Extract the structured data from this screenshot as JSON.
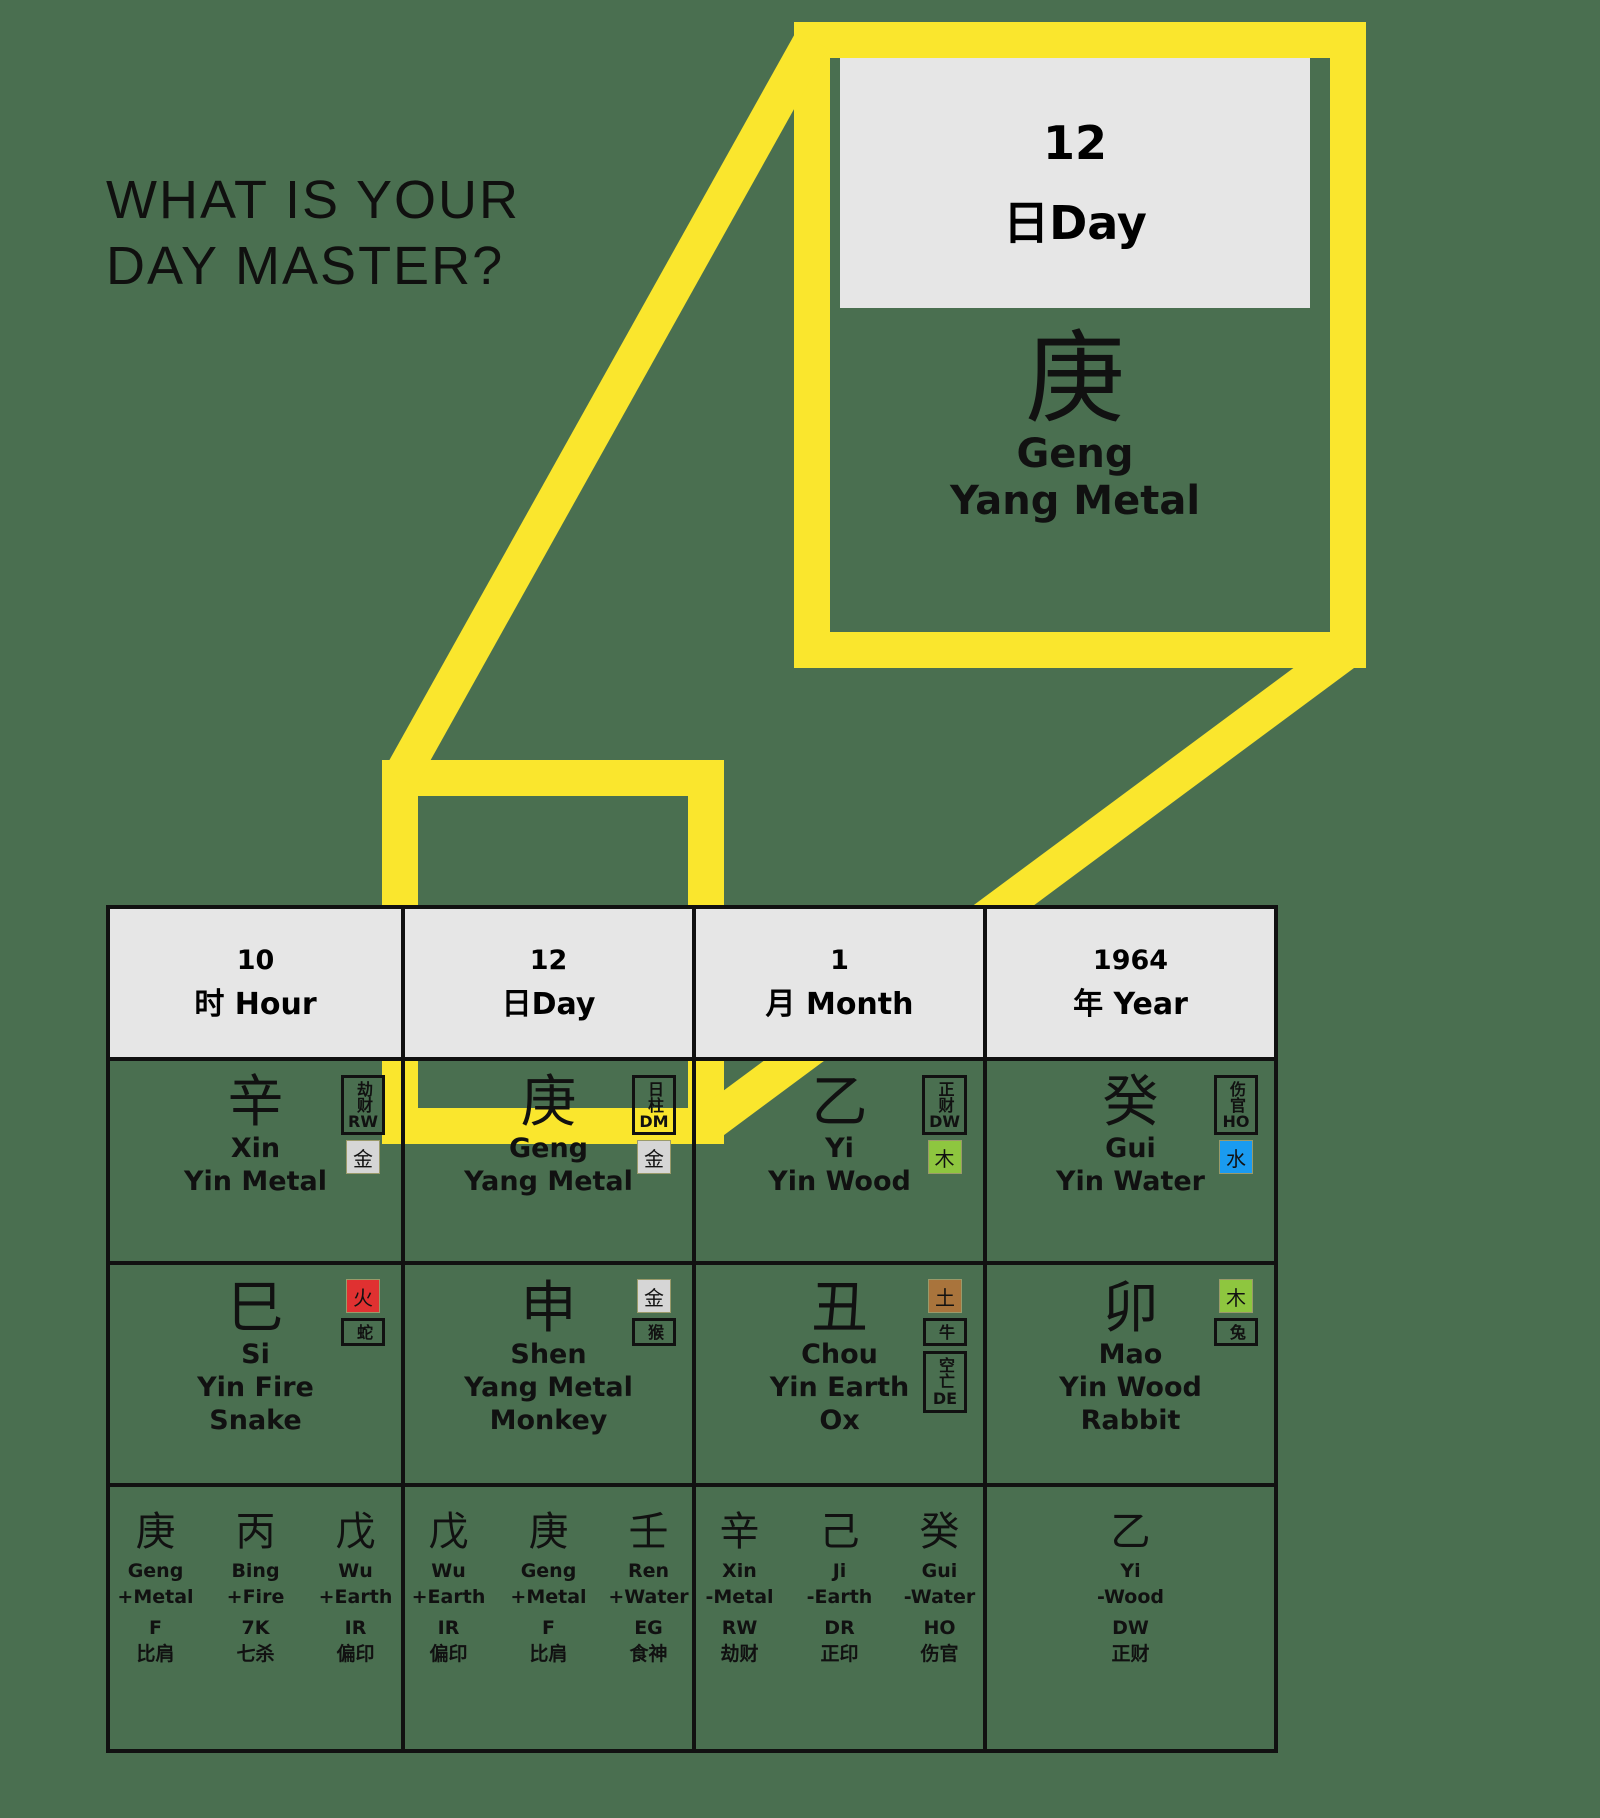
{
  "title": {
    "line1": "WHAT IS YOUR",
    "line2": "DAY MASTER?"
  },
  "colors": {
    "background": "#4a6f50",
    "highlight": "#FAE62D",
    "header_cell": "#e6e6e6",
    "ink": "#111111",
    "element_metal": "#d6d6d6",
    "element_wood": "#8ec63f",
    "element_water": "#1a9bf0",
    "element_fire": "#e03131",
    "element_earth": "#a9743c"
  },
  "callout": {
    "number": "12",
    "label": "日Day",
    "han": "庚",
    "pinyin": "Geng",
    "element": "Yang Metal"
  },
  "chart": {
    "columns": [
      {
        "key": "hour",
        "header_number": "10",
        "header_label": "时 Hour",
        "highlighted": false,
        "stem": {
          "han": "辛",
          "pinyin": "Xin",
          "element": "Yin Metal",
          "god_cn": "劫财",
          "god_en": "RW",
          "element_char": "金",
          "element_color": "#d6d6d6"
        },
        "branch": {
          "han": "巳",
          "pinyin": "Si",
          "element": "Yin Fire",
          "animal": "Snake",
          "element_char": "火",
          "element_color": "#e03131",
          "animal_char": "蛇",
          "extra_cn": "",
          "extra_en": ""
        },
        "hidden_stems": [
          {
            "han": "庚",
            "pinyin": "Geng",
            "element": "+Metal",
            "abbr": "F",
            "cn": "比肩"
          },
          {
            "han": "丙",
            "pinyin": "Bing",
            "element": "+Fire",
            "abbr": "7K",
            "cn": "七杀"
          },
          {
            "han": "戊",
            "pinyin": "Wu",
            "element": "+Earth",
            "abbr": "IR",
            "cn": "偏印"
          }
        ]
      },
      {
        "key": "day",
        "header_number": "12",
        "header_label": "日Day",
        "highlighted": true,
        "stem": {
          "han": "庚",
          "pinyin": "Geng",
          "element": "Yang Metal",
          "god_cn": "日柱",
          "god_en": "DM",
          "element_char": "金",
          "element_color": "#d6d6d6"
        },
        "branch": {
          "han": "申",
          "pinyin": "Shen",
          "element": "Yang Metal",
          "animal": "Monkey",
          "element_char": "金",
          "element_color": "#d6d6d6",
          "animal_char": "猴",
          "extra_cn": "",
          "extra_en": ""
        },
        "hidden_stems": [
          {
            "han": "戊",
            "pinyin": "Wu",
            "element": "+Earth",
            "abbr": "IR",
            "cn": "偏印"
          },
          {
            "han": "庚",
            "pinyin": "Geng",
            "element": "+Metal",
            "abbr": "F",
            "cn": "比肩"
          },
          {
            "han": "壬",
            "pinyin": "Ren",
            "element": "+Water",
            "abbr": "EG",
            "cn": "食神"
          }
        ]
      },
      {
        "key": "month",
        "header_number": "1",
        "header_label": "月 Month",
        "highlighted": false,
        "stem": {
          "han": "乙",
          "pinyin": "Yi",
          "element": "Yin Wood",
          "god_cn": "正财",
          "god_en": "DW",
          "element_char": "木",
          "element_color": "#8ec63f"
        },
        "branch": {
          "han": "丑",
          "pinyin": "Chou",
          "element": "Yin Earth",
          "animal": "Ox",
          "element_char": "土",
          "element_color": "#a9743c",
          "animal_char": "牛",
          "extra_cn": "空亡",
          "extra_en": "DE"
        },
        "hidden_stems": [
          {
            "han": "辛",
            "pinyin": "Xin",
            "element": "-Metal",
            "abbr": "RW",
            "cn": "劫财"
          },
          {
            "han": "己",
            "pinyin": "Ji",
            "element": "-Earth",
            "abbr": "DR",
            "cn": "正印"
          },
          {
            "han": "癸",
            "pinyin": "Gui",
            "element": "-Water",
            "abbr": "HO",
            "cn": "伤官"
          }
        ]
      },
      {
        "key": "year",
        "header_number": "1964",
        "header_label": "年 Year",
        "highlighted": false,
        "stem": {
          "han": "癸",
          "pinyin": "Gui",
          "element": "Yin Water",
          "god_cn": "伤官",
          "god_en": "HO",
          "element_char": "水",
          "element_color": "#1a9bf0"
        },
        "branch": {
          "han": "卯",
          "pinyin": "Mao",
          "element": "Yin Wood",
          "animal": "Rabbit",
          "element_char": "木",
          "element_color": "#8ec63f",
          "animal_char": "兔",
          "extra_cn": "",
          "extra_en": ""
        },
        "hidden_stems": [
          {
            "han": "乙",
            "pinyin": "Yi",
            "element": "-Wood",
            "abbr": "DW",
            "cn": "正财"
          }
        ]
      }
    ]
  }
}
